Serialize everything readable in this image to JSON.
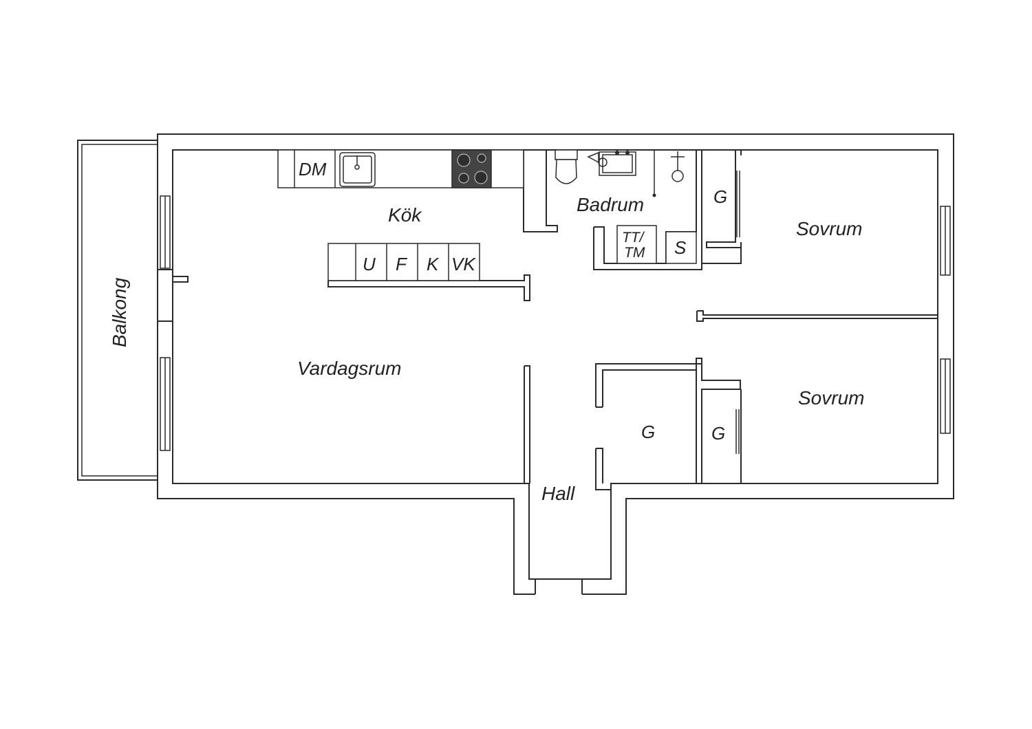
{
  "rooms": {
    "kok": "Kök",
    "vardagsrum": "Vardagsrum",
    "badrum": "Badrum",
    "sovrum_1": "Sovrum",
    "sovrum_2": "Sovrum",
    "hall": "Hall",
    "balkong": "Balkong"
  },
  "closets": {
    "g_top": "G",
    "g_center": "G",
    "g_bottom": "G"
  },
  "appliances": {
    "dm": "DM",
    "u": "U",
    "f": "F",
    "k": "K",
    "vk": "VK",
    "tt": "TT/",
    "tm": "TM",
    "s": "S"
  },
  "icons": {
    "sink": "kitchen-sink-icon",
    "stove": "stove-icon",
    "toilet": "toilet-icon",
    "washbasin": "washbasin-icon",
    "shower": "shower-icon"
  },
  "colors": {
    "line": "#2a2a2a",
    "stove": "#444444",
    "background": "#ffffff"
  }
}
